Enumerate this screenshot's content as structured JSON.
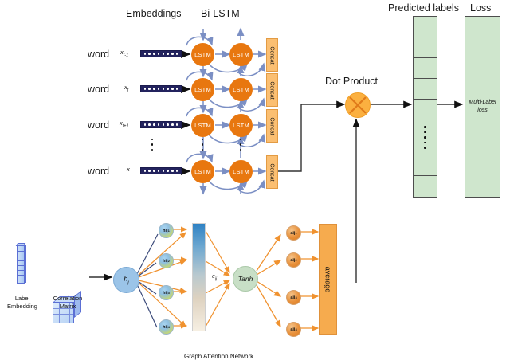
{
  "headings": {
    "embeddings": "Embeddings",
    "bilstm": "Bi-LSTM",
    "predicted_labels": "Predicted labels",
    "loss": "Loss",
    "dot_product": "Dot Product"
  },
  "rows": [
    {
      "word": "word",
      "x": "x",
      "sub": "t-1"
    },
    {
      "word": "word",
      "x": "x",
      "sub": "t"
    },
    {
      "word": "word",
      "x": "x",
      "sub": "t+1"
    },
    {
      "word": "word",
      "x": "x",
      "sub": ""
    }
  ],
  "lstm_label": "LSTM",
  "concat_label": "Concat",
  "loss_text_line1": "Multi-Label",
  "loss_text_line2": "loss",
  "bottom": {
    "label_embedding_line1": "Label",
    "label_embedding_line2": "Embedding",
    "correlation_line1": "Correlation",
    "correlation_line2": "Matrix",
    "h_node": "h",
    "h_node_sub": "j",
    "tanh": "Tanh",
    "eij": "e",
    "eij_sub": "ij",
    "average": "average",
    "caption": "Graph Attention Network",
    "h_nodes": [
      {
        "base": "h",
        "mid": "ij",
        "sub": "1"
      },
      {
        "base": "h",
        "mid": "ij",
        "sub": "2"
      },
      {
        "base": "h",
        "mid": "ij",
        "sub": "3"
      },
      {
        "base": "h",
        "mid": "ij",
        "sub": "4"
      }
    ],
    "a_nodes": [
      {
        "base": "a",
        "mid": "ij",
        "sub": "1"
      },
      {
        "base": "a",
        "mid": "ij",
        "sub": "2"
      },
      {
        "base": "a",
        "mid": "ij",
        "sub": "3"
      },
      {
        "base": "a",
        "mid": "ij",
        "sub": "4"
      }
    ]
  },
  "colors": {
    "lstm_orange": "#e8770f",
    "concat_orange": "#fbbf72",
    "dotprod_orange": "#fbb040",
    "pred_green": "#cfe6cd",
    "embed_navy": "#23235e",
    "arrow_blue": "#7b8fc4",
    "attention_orange": "#f0922f",
    "attention_navy": "#3b4a7a",
    "h_node_blue": "#9bc4e8",
    "average_orange": "#f6ab4e"
  }
}
